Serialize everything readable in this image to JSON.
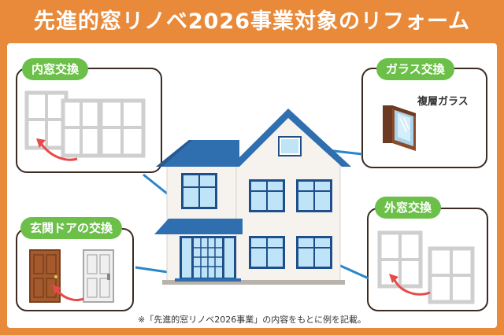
{
  "title": "先進的窓リノベ2026事業対象のリフォーム",
  "cards": {
    "inner_window": {
      "label": "内窓交換"
    },
    "glass": {
      "label": "ガラス交換",
      "sub_label": "複層ガラス"
    },
    "entrance_door": {
      "label": "玄関ドアの交換"
    },
    "outer_window": {
      "label": "外窓交換"
    }
  },
  "footnote": "※「先進的窓リノベ2026事業」の内容をもとに例を記載。",
  "colors": {
    "frame": "#e98a3b",
    "pill": "#6cc04a",
    "connector": "#2b86c9",
    "arrow": "#e64b4b",
    "roof": "#2f6fb0",
    "wall": "#f6f2ee",
    "window_glass": "#bfe3f7"
  }
}
